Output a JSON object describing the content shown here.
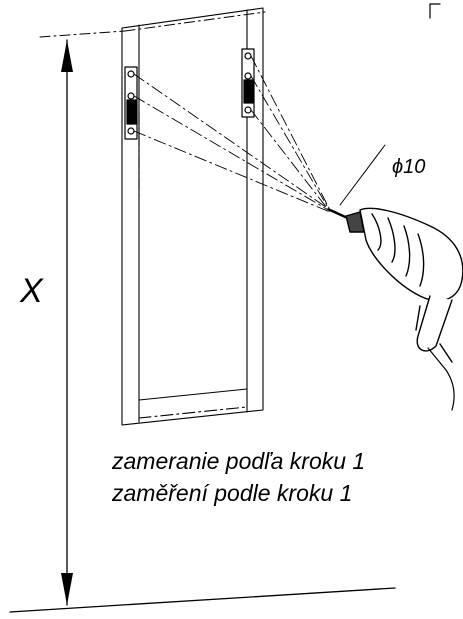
{
  "labels": {
    "dimension": "X",
    "drill_diameter": "ϕ10",
    "caption_sk": "zameranie podľa kroku 1",
    "caption_cz": "zaměření podle kroku 1"
  }
}
